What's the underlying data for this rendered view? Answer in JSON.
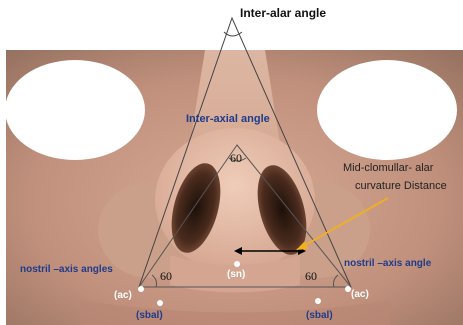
{
  "labels": {
    "inter_alar": "Inter-alar angle",
    "inter_axial": "Inter-axial angle",
    "mid_line1": "Mid-clomullar- alar",
    "mid_line2": "curvature Distance",
    "nostril_left": "nostril –axis angles",
    "nostril_right": "nostril –axis angle",
    "sn": "(sn)",
    "ac_left": "(ac)",
    "ac_right": "(ac)",
    "sbal_left": "(sbal)",
    "sbal_right": "(sbal)"
  },
  "angles": {
    "top": "60",
    "left": "60",
    "right": "60"
  },
  "colors": {
    "skin": "#c79a87",
    "skin_dark": "#a97a68",
    "label_blue": "#1f3b8a",
    "arrow_yellow": "#f2b01e"
  }
}
